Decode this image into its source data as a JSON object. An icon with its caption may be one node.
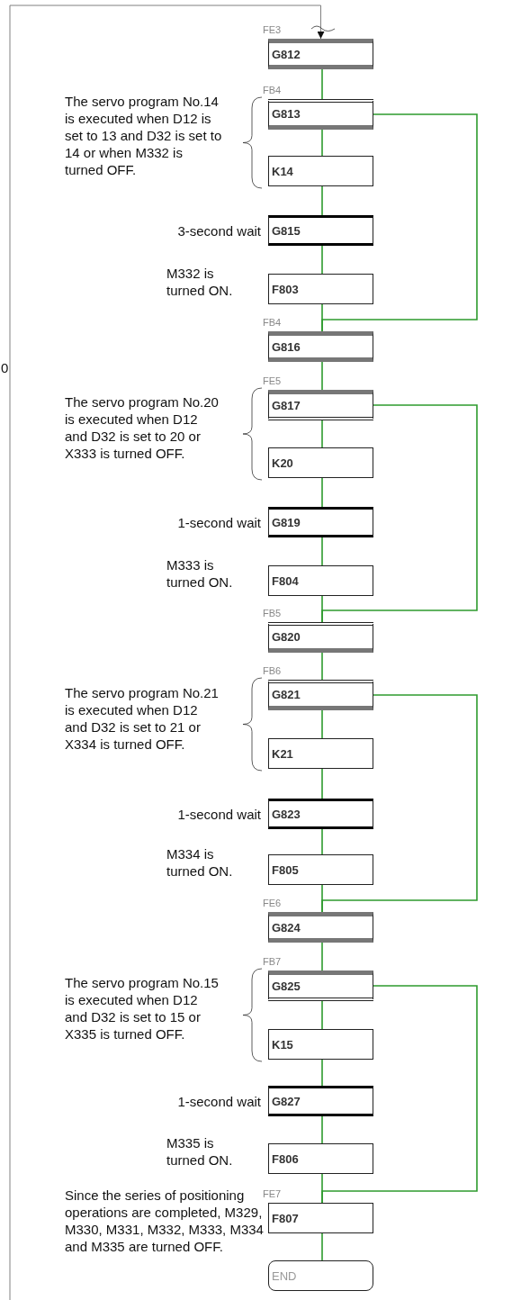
{
  "diagram": {
    "nodes": [
      {
        "text": [
          "G812"
        ],
        "beside": [
          "FE3"
        ]
      },
      {
        "text": [
          "G813"
        ],
        "beside": [
          "FB4"
        ]
      },
      {
        "text": [
          "K14"
        ]
      },
      {
        "text": [
          "G815"
        ],
        "beside": [
          "3-second wait"
        ]
      },
      {
        "text": [
          "F803"
        ],
        "beside": [
          "M332 is turned ON."
        ]
      },
      {
        "text": [
          "G816"
        ],
        "beside": [
          "FB4"
        ]
      },
      {
        "text": [
          "G817"
        ],
        "beside": [
          "FE5"
        ]
      },
      {
        "text": [
          "K20"
        ]
      },
      {
        "text": [
          "G819"
        ],
        "beside": [
          "1-second wait"
        ]
      },
      {
        "text": [
          "F804"
        ],
        "beside": [
          "M333 is turned ON."
        ]
      },
      {
        "text": [
          "G820"
        ],
        "beside": [
          "FB5"
        ]
      },
      {
        "text": [
          "G821"
        ],
        "beside": [
          "FB6"
        ]
      },
      {
        "text": [
          "K21"
        ]
      },
      {
        "text": [
          "G823"
        ],
        "beside": [
          "1-second wait"
        ]
      },
      {
        "text": [
          "F805"
        ],
        "beside": [
          "M334 is turned ON."
        ]
      },
      {
        "text": [
          "G824"
        ],
        "beside": [
          "FE6"
        ]
      },
      {
        "text": [
          "G825"
        ],
        "beside": [
          "FB7"
        ]
      },
      {
        "text": [
          "K15"
        ]
      },
      {
        "text": [
          "G827"
        ],
        "beside": [
          "1-second wait"
        ]
      },
      {
        "text": [
          "F806"
        ],
        "beside": [
          "M335 is turned ON."
        ]
      },
      {
        "text": [
          "F807"
        ],
        "beside": [
          "FE7"
        ]
      },
      {
        "text": [
          "END"
        ]
      }
    ],
    "edges": [
      {
        "from": null,
        "to": 0,
        "arrow": "to",
        "color": "#808080"
      },
      {
        "from": 0,
        "to": 1,
        "arrow": "none"
      },
      {
        "from": 1,
        "to": 2,
        "arrow": "none"
      },
      {
        "from": 2,
        "to": 3,
        "arrow": "none"
      },
      {
        "from": 3,
        "to": 4,
        "arrow": "none"
      },
      {
        "from": 4,
        "to": 5,
        "arrow": "none"
      },
      {
        "from": 1,
        "to": 5,
        "arrow": "none"
      },
      {
        "from": 5,
        "to": 6,
        "arrow": "none"
      },
      {
        "from": 6,
        "to": 7,
        "arrow": "none"
      },
      {
        "from": 7,
        "to": 8,
        "arrow": "none"
      },
      {
        "from": 8,
        "to": 9,
        "arrow": "none"
      },
      {
        "from": 9,
        "to": 10,
        "arrow": "none"
      },
      {
        "from": 6,
        "to": 10,
        "arrow": "none"
      },
      {
        "from": 10,
        "to": 11,
        "arrow": "none"
      },
      {
        "from": 11,
        "to": 12,
        "arrow": "none"
      },
      {
        "from": 12,
        "to": 13,
        "arrow": "none"
      },
      {
        "from": 13,
        "to": 14,
        "arrow": "none"
      },
      {
        "from": 14,
        "to": 15,
        "arrow": "none"
      },
      {
        "from": 11,
        "to": 15,
        "arrow": "none"
      },
      {
        "from": 15,
        "to": 16,
        "arrow": "none"
      },
      {
        "from": 16,
        "to": 17,
        "arrow": "none"
      },
      {
        "from": 17,
        "to": 18,
        "arrow": "none"
      },
      {
        "from": 18,
        "to": 19,
        "arrow": "none"
      },
      {
        "from": 19,
        "to": 20,
        "arrow": "none"
      },
      {
        "from": 16,
        "to": 20,
        "arrow": "none"
      },
      {
        "from": 20,
        "to": 21,
        "arrow": "none"
      }
    ],
    "labels": [
      "The servo program No.14 is executed when D12 is set to 13 and D32 is set to 14 or when M332 is turned OFF.",
      "0",
      "The servo program No.20 is executed when D12 and D32 is set to 20 or X333 is turned OFF.",
      "The servo program No.21 is executed when D12 and D32 is set to 21 or X334 is turned OFF.",
      "The servo program No.15 is executed when D12 and D32 is set to 15 or X335 is turned OFF.",
      "Since the series of positioning operations are completed, M329, M330, M331, M332, M333, M334 and M335 are turned OFF."
    ]
  }
}
